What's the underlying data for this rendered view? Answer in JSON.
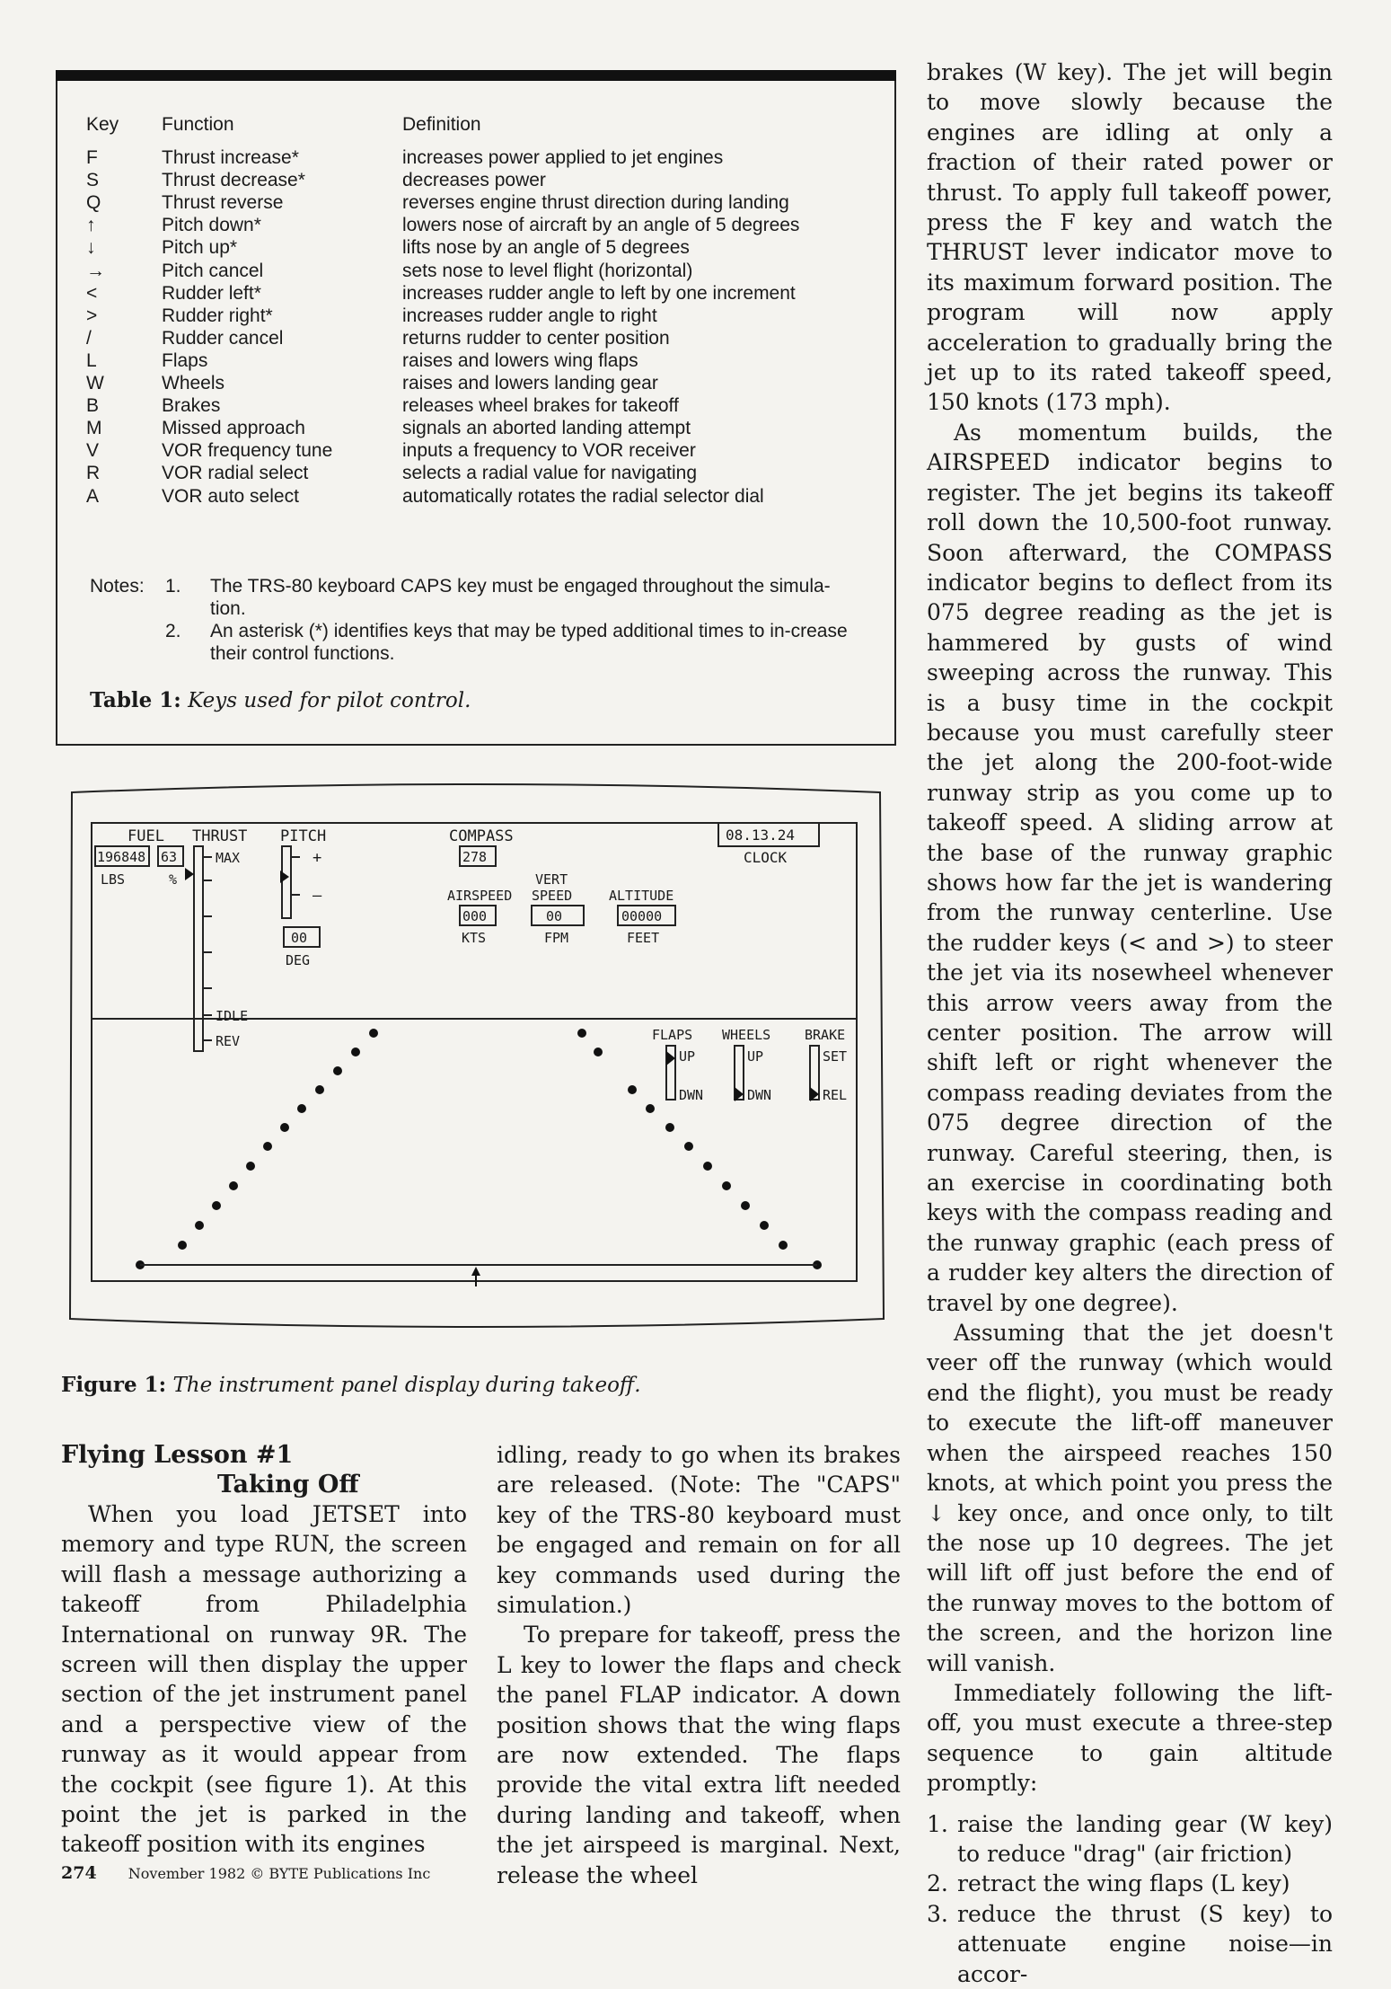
{
  "table": {
    "headers": {
      "key": "Key",
      "function": "Function",
      "definition": "Definition"
    },
    "rows": [
      {
        "key": "F",
        "function": "Thrust increase*",
        "definition": "increases power applied to jet engines"
      },
      {
        "key": "S",
        "function": "Thrust decrease*",
        "definition": "decreases power"
      },
      {
        "key": "Q",
        "function": "Thrust reverse",
        "definition": "reverses engine thrust direction during landing"
      },
      {
        "key": "↑",
        "function": "Pitch down*",
        "definition": "lowers nose of aircraft by an angle of 5 degrees"
      },
      {
        "key": "↓",
        "function": "Pitch up*",
        "definition": "lifts nose by an angle of 5 degrees"
      },
      {
        "key": "→",
        "function": "Pitch cancel",
        "definition": "sets nose to level flight (horizontal)"
      },
      {
        "key": "<",
        "function": "Rudder left*",
        "definition": "increases rudder angle to left by one increment"
      },
      {
        "key": ">",
        "function": "Rudder right*",
        "definition": "increases rudder angle to right"
      },
      {
        "key": "/",
        "function": "Rudder cancel",
        "definition": "returns rudder to center position"
      },
      {
        "key": "L",
        "function": "Flaps",
        "definition": "raises and lowers wing flaps"
      },
      {
        "key": "W",
        "function": "Wheels",
        "definition": "raises and lowers landing gear"
      },
      {
        "key": "B",
        "function": "Brakes",
        "definition": "releases wheel brakes for takeoff"
      },
      {
        "key": "M",
        "function": "Missed approach",
        "definition": "signals an aborted landing attempt"
      },
      {
        "key": "V",
        "function": "VOR frequency tune",
        "definition": "inputs a frequency to VOR receiver"
      },
      {
        "key": "R",
        "function": "VOR radial select",
        "definition": "selects a radial value for navigating"
      },
      {
        "key": "A",
        "function": "VOR auto select",
        "definition": "automatically rotates the radial selector dial"
      }
    ],
    "notes_label": "Notes:",
    "notes": [
      {
        "num": "1.",
        "text": "The TRS-80 keyboard CAPS key must be engaged throughout the simula-tion."
      },
      {
        "num": "2.",
        "text": "An asterisk (*) identifies keys that may be typed additional times to in-crease their control functions."
      }
    ],
    "caption_label": "Table 1:",
    "caption_text": "Keys used for pilot control."
  },
  "figure": {
    "panel": {
      "fuel_label": "FUEL",
      "fuel_value": "196848",
      "fuel_unit": "LBS",
      "thrust_label": "THRUST",
      "thrust_value": "63",
      "thrust_unit": "%",
      "thrust_max": "MAX",
      "thrust_idle": "IDLE",
      "thrust_rev": "REV",
      "pitch_label": "PITCH",
      "pitch_plus": "+",
      "pitch_minus": "–",
      "pitch_value": "00",
      "pitch_unit": "DEG",
      "compass_label": "COMPASS",
      "compass_value": "278",
      "clock_value": "08.13.24",
      "clock_label": "CLOCK",
      "airspeed_label": "AIRSPEED",
      "airspeed_value": "000",
      "airspeed_unit": "KTS",
      "vert_label": "VERT",
      "speed_label": "SPEED",
      "vert_value": "00",
      "vert_unit": "FPM",
      "altitude_label": "ALTITUDE",
      "altitude_value": "00000",
      "altitude_unit": "FEET",
      "flaps_label": "FLAPS",
      "wheels_label": "WHEELS",
      "brake_label": "BRAKE",
      "up_label": "UP",
      "down_label": "DWN",
      "set_label": "SET",
      "rel_label": "REL"
    },
    "caption_label": "Figure 1:",
    "caption_text": "The instrument panel display during takeoff."
  },
  "article": {
    "heading": "Flying Lesson #1",
    "subheading": "Taking Off",
    "col_left": "When you load JETSET into memory and type RUN, the screen will flash a message authorizing a takeoff from Philadelphia International on runway 9R. The screen will then display the upper section of the jet instrument panel and a perspective view of the runway as it would appear from the cockpit (see figure 1). At this point the jet is parked in the takeoff position with its engines",
    "col_mid_p1": "idling, ready to go when its brakes are released. (Note: The \"CAPS\" key of the TRS-80 keyboard must be engaged and remain on for all key commands used during the simulation.)",
    "col_mid_p2": "To prepare for takeoff, press the L key to lower the flaps and check the panel FLAP indicator. A down position shows that the wing flaps are now extended. The flaps provide the vital extra lift needed during landing and takeoff, when the jet airspeed is marginal. Next, release the wheel",
    "col_right_p1": "brakes (W key). The jet will begin to move slowly because the engines are idling at only a fraction of their rated power or thrust. To apply full takeoff power, press the F key and watch the THRUST lever indicator move to its maximum forward position. The program will now apply acceleration to gradually bring the jet up to its rated takeoff speed, 150 knots (173 mph).",
    "col_right_p2": "As momentum builds, the AIRSPEED indicator begins to register. The jet begins its takeoff roll down the 10,500-foot runway. Soon afterward, the COMPASS indicator begins to deflect from its 075 degree reading as the jet is hammered by gusts of wind sweeping across the runway. This is a busy time in the cockpit because you must carefully steer the jet along the 200-foot-wide runway strip as you come up to takeoff speed. A sliding arrow at the base of the runway graphic shows how far the jet is wandering from the runway centerline. Use the rudder keys (< and >) to steer the jet via its nosewheel whenever this arrow veers away from the center position. The arrow will shift left or right whenever the compass reading deviates from the 075 degree direction of the runway. Careful steering, then, is an exercise in coordinating both keys with the compass reading and the runway graphic (each press of a rudder key alters the direction of travel by one degree).",
    "col_right_p3": "Assuming that the jet doesn't veer off the runway (which would end the flight), you must be ready to execute the lift-off maneuver when the airspeed reaches 150 knots, at which point you press the ↓ key once, and once only, to tilt the nose up 10 degrees. The jet will lift off just before the end of the runway moves to the bottom of the screen, and the horizon line will vanish.",
    "col_right_p4": "Immediately following the lift-off, you must execute a three-step sequence to gain altitude promptly:",
    "steps": [
      {
        "num": "1.",
        "text": "raise the landing gear (W key) to reduce \"drag\" (air friction)"
      },
      {
        "num": "2.",
        "text": "retract the wing flaps (L key)"
      },
      {
        "num": "3.",
        "text": "reduce the thrust (S key) to attenuate engine noise—in accor-"
      }
    ]
  },
  "footer": {
    "page_number": "274",
    "issue": "November 1982 © BYTE Publications Inc"
  }
}
